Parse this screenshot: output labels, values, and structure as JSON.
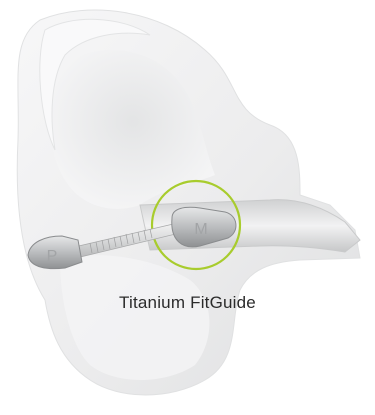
{
  "caption": "Titanium FitGuide",
  "tip_labels": {
    "left": "P",
    "right": "M"
  },
  "colors": {
    "ear_base": "#eeeeef",
    "ear_shadow": "#d9dadb",
    "ear_highlight": "#fbfbfb",
    "highlight_ring": "#a8cc2d",
    "tip_metal": "#b6b8ba"
  }
}
